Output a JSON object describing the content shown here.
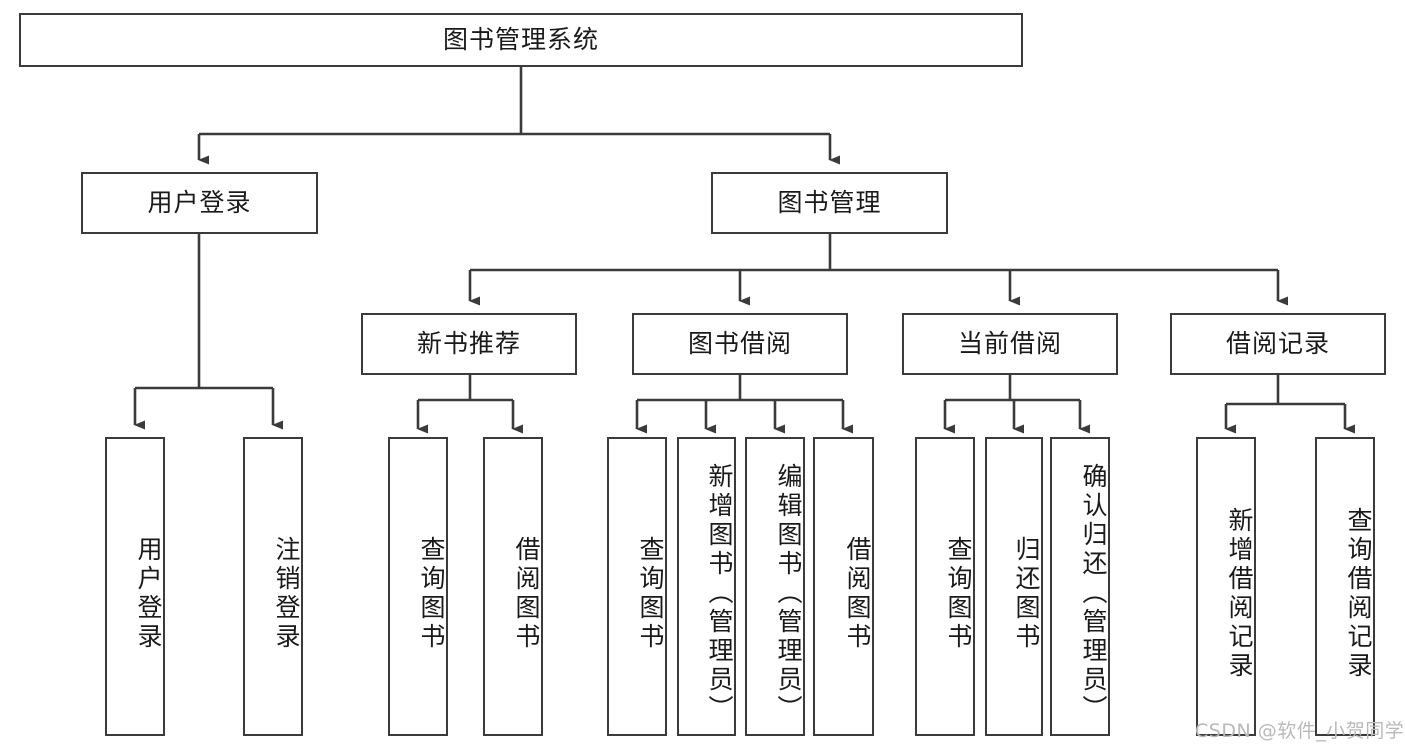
{
  "diagram": {
    "title": "图书管理系统",
    "watermark": "CSDN @软件_小贺同学",
    "colors": {
      "stroke": "#3b3b3b",
      "fill": "#ffffff",
      "text": "#1a1a1a",
      "watermark": "#b9b9b9"
    },
    "nodes": {
      "root": {
        "label": "图书管理系统"
      },
      "level2": [
        {
          "id": "user-login",
          "label": "用户登录"
        },
        {
          "id": "book-manage",
          "label": "图书管理"
        }
      ],
      "level3": [
        {
          "id": "new-book-recommend",
          "label": "新书推荐"
        },
        {
          "id": "book-borrow",
          "label": "图书借阅"
        },
        {
          "id": "current-borrow",
          "label": "当前借阅"
        },
        {
          "id": "borrow-record",
          "label": "借阅记录"
        }
      ],
      "leaves": {
        "user_login": [
          {
            "id": "leaf-user-login",
            "label": "用户登录"
          },
          {
            "id": "leaf-logout-login",
            "label": "注销登录"
          }
        ],
        "new_book_recommend": [
          {
            "id": "leaf-query-book-1",
            "label": "查询图书"
          },
          {
            "id": "leaf-borrow-book-1",
            "label": "借阅图书"
          }
        ],
        "book_borrow": [
          {
            "id": "leaf-query-book-2",
            "label": "查询图书"
          },
          {
            "id": "leaf-add-book",
            "label": "新增图书（管理员）"
          },
          {
            "id": "leaf-edit-book",
            "label": "编辑图书（管理员）"
          },
          {
            "id": "leaf-borrow-book-2",
            "label": "借阅图书"
          }
        ],
        "current_borrow": [
          {
            "id": "leaf-query-book-3",
            "label": "查询图书"
          },
          {
            "id": "leaf-return-book",
            "label": "归还图书"
          },
          {
            "id": "leaf-confirm-return",
            "label": "确认归还（管理员）"
          }
        ],
        "borrow_record": [
          {
            "id": "leaf-add-record",
            "label": "新增借阅记录"
          },
          {
            "id": "leaf-query-record",
            "label": "查询借阅记录"
          }
        ]
      }
    }
  }
}
